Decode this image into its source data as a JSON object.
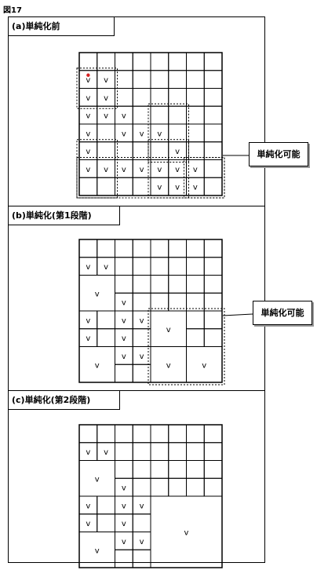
{
  "figure_label": "図17",
  "mark": "v",
  "callout_label": "単純化可能",
  "panels": [
    {
      "title": "(a)単純化前",
      "cells": [
        {
          "c": 0,
          "r": 1,
          "w": 1,
          "h": 1,
          "v": true,
          "red": true
        },
        {
          "c": 1,
          "r": 1,
          "w": 1,
          "h": 1,
          "v": true
        },
        {
          "c": 0,
          "r": 2,
          "w": 1,
          "h": 1,
          "v": true
        },
        {
          "c": 1,
          "r": 2,
          "w": 1,
          "h": 1,
          "v": true
        },
        {
          "c": 0,
          "r": 3,
          "w": 1,
          "h": 1,
          "v": true
        },
        {
          "c": 1,
          "r": 3,
          "w": 1,
          "h": 1,
          "v": true
        },
        {
          "c": 2,
          "r": 3,
          "w": 1,
          "h": 1,
          "v": true
        },
        {
          "c": 0,
          "r": 4,
          "w": 1,
          "h": 1,
          "v": true
        },
        {
          "c": 2,
          "r": 4,
          "w": 1,
          "h": 1,
          "v": true
        },
        {
          "c": 3,
          "r": 4,
          "w": 1,
          "h": 1,
          "v": true
        },
        {
          "c": 4,
          "r": 4,
          "w": 1,
          "h": 1,
          "v": true
        },
        {
          "c": 0,
          "r": 5,
          "w": 1,
          "h": 1,
          "v": true
        },
        {
          "c": 5,
          "r": 5,
          "w": 1,
          "h": 1,
          "v": true
        },
        {
          "c": 0,
          "r": 6,
          "w": 1,
          "h": 1,
          "v": true
        },
        {
          "c": 1,
          "r": 6,
          "w": 1,
          "h": 1,
          "v": true
        },
        {
          "c": 2,
          "r": 6,
          "w": 1,
          "h": 1,
          "v": true
        },
        {
          "c": 3,
          "r": 6,
          "w": 1,
          "h": 1,
          "v": true
        },
        {
          "c": 4,
          "r": 6,
          "w": 1,
          "h": 1,
          "v": true
        },
        {
          "c": 5,
          "r": 6,
          "w": 1,
          "h": 1,
          "v": true
        },
        {
          "c": 6,
          "r": 6,
          "w": 1,
          "h": 1,
          "v": true
        },
        {
          "c": 4,
          "r": 7,
          "w": 1,
          "h": 1,
          "v": true
        },
        {
          "c": 5,
          "r": 7,
          "w": 1,
          "h": 1,
          "v": true
        },
        {
          "c": 6,
          "r": 7,
          "w": 1,
          "h": 1,
          "v": true
        }
      ],
      "groups": [
        {
          "c": 0,
          "r": 1,
          "w": 2,
          "h": 2
        },
        {
          "c": 0,
          "r": 5,
          "w": 2,
          "h": 3
        },
        {
          "c": 4,
          "r": 3,
          "w": 2,
          "h": 3
        },
        {
          "c": 4,
          "r": 5,
          "w": 2,
          "h": 3
        },
        {
          "c": 6,
          "r": 6,
          "w": 2,
          "h": 2
        },
        {
          "c": 0,
          "r": 6,
          "w": 8,
          "h": 2
        }
      ],
      "show_callout": true
    },
    {
      "title": "(b)単純化(第1段階)",
      "cells": [
        {
          "c": 0,
          "r": 1,
          "w": 1,
          "h": 1,
          "v": true
        },
        {
          "c": 1,
          "r": 1,
          "w": 1,
          "h": 1,
          "v": true
        },
        {
          "c": 0,
          "r": 2,
          "w": 2,
          "h": 2,
          "v": true
        },
        {
          "c": 2,
          "r": 3,
          "w": 1,
          "h": 1,
          "v": true
        },
        {
          "c": 0,
          "r": 4,
          "w": 1,
          "h": 1,
          "v": true
        },
        {
          "c": 2,
          "r": 4,
          "w": 1,
          "h": 1,
          "v": true
        },
        {
          "c": 3,
          "r": 4,
          "w": 1,
          "h": 1,
          "v": true
        },
        {
          "c": 4,
          "r": 4,
          "w": 2,
          "h": 2,
          "v": true
        },
        {
          "c": 0,
          "r": 5,
          "w": 1,
          "h": 1,
          "v": true
        },
        {
          "c": 2,
          "r": 5,
          "w": 1,
          "h": 1,
          "v": true
        },
        {
          "c": 0,
          "r": 6,
          "w": 2,
          "h": 2,
          "v": true
        },
        {
          "c": 2,
          "r": 6,
          "w": 1,
          "h": 1,
          "v": true
        },
        {
          "c": 3,
          "r": 6,
          "w": 1,
          "h": 1,
          "v": true
        },
        {
          "c": 4,
          "r": 6,
          "w": 2,
          "h": 2,
          "v": true
        },
        {
          "c": 6,
          "r": 6,
          "w": 2,
          "h": 2,
          "v": true
        }
      ],
      "groups": [
        {
          "c": 4,
          "r": 4,
          "w": 4,
          "h": 4
        }
      ],
      "show_callout": true
    },
    {
      "title": "(c)単純化(第2段階)",
      "cells": [
        {
          "c": 0,
          "r": 1,
          "w": 1,
          "h": 1,
          "v": true
        },
        {
          "c": 1,
          "r": 1,
          "w": 1,
          "h": 1,
          "v": true
        },
        {
          "c": 0,
          "r": 2,
          "w": 2,
          "h": 2,
          "v": true
        },
        {
          "c": 2,
          "r": 3,
          "w": 1,
          "h": 1,
          "v": true
        },
        {
          "c": 0,
          "r": 4,
          "w": 1,
          "h": 1,
          "v": true
        },
        {
          "c": 2,
          "r": 4,
          "w": 1,
          "h": 1,
          "v": true
        },
        {
          "c": 3,
          "r": 4,
          "w": 1,
          "h": 1,
          "v": true
        },
        {
          "c": 4,
          "r": 4,
          "w": 4,
          "h": 4,
          "v": true
        },
        {
          "c": 0,
          "r": 5,
          "w": 1,
          "h": 1,
          "v": true
        },
        {
          "c": 2,
          "r": 5,
          "w": 1,
          "h": 1,
          "v": true
        },
        {
          "c": 0,
          "r": 6,
          "w": 2,
          "h": 2,
          "v": true
        },
        {
          "c": 2,
          "r": 6,
          "w": 1,
          "h": 1,
          "v": true
        },
        {
          "c": 3,
          "r": 6,
          "w": 1,
          "h": 1,
          "v": true
        }
      ],
      "groups": [],
      "show_callout": false
    }
  ]
}
